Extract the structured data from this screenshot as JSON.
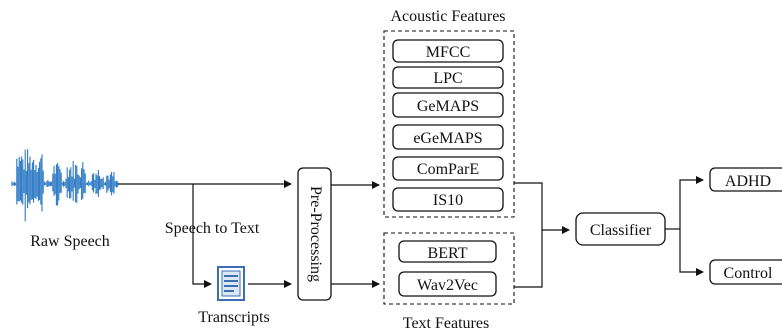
{
  "diagram": {
    "labels": {
      "raw_speech": "Raw Speech",
      "speech_to_text": "Speech to Text",
      "transcripts": "Transcripts",
      "preprocessing": "Pre-Processing",
      "acoustic_group": "Acoustic Features",
      "text_group": "Text Features",
      "classifier": "Classifier"
    },
    "acoustic_features": [
      "MFCC",
      "LPC",
      "GeMAPS",
      "eGeMAPS",
      "ComParE",
      "IS10"
    ],
    "text_features": [
      "BERT",
      "Wav2Vec"
    ],
    "outputs": [
      "ADHD",
      "Control"
    ],
    "colors": {
      "waveform": "#2b78c4",
      "document_icon": "#3a6fb5",
      "stroke": "#111111"
    },
    "icons": {
      "waveform": "audio-waveform-icon",
      "transcripts": "document-icon"
    }
  }
}
